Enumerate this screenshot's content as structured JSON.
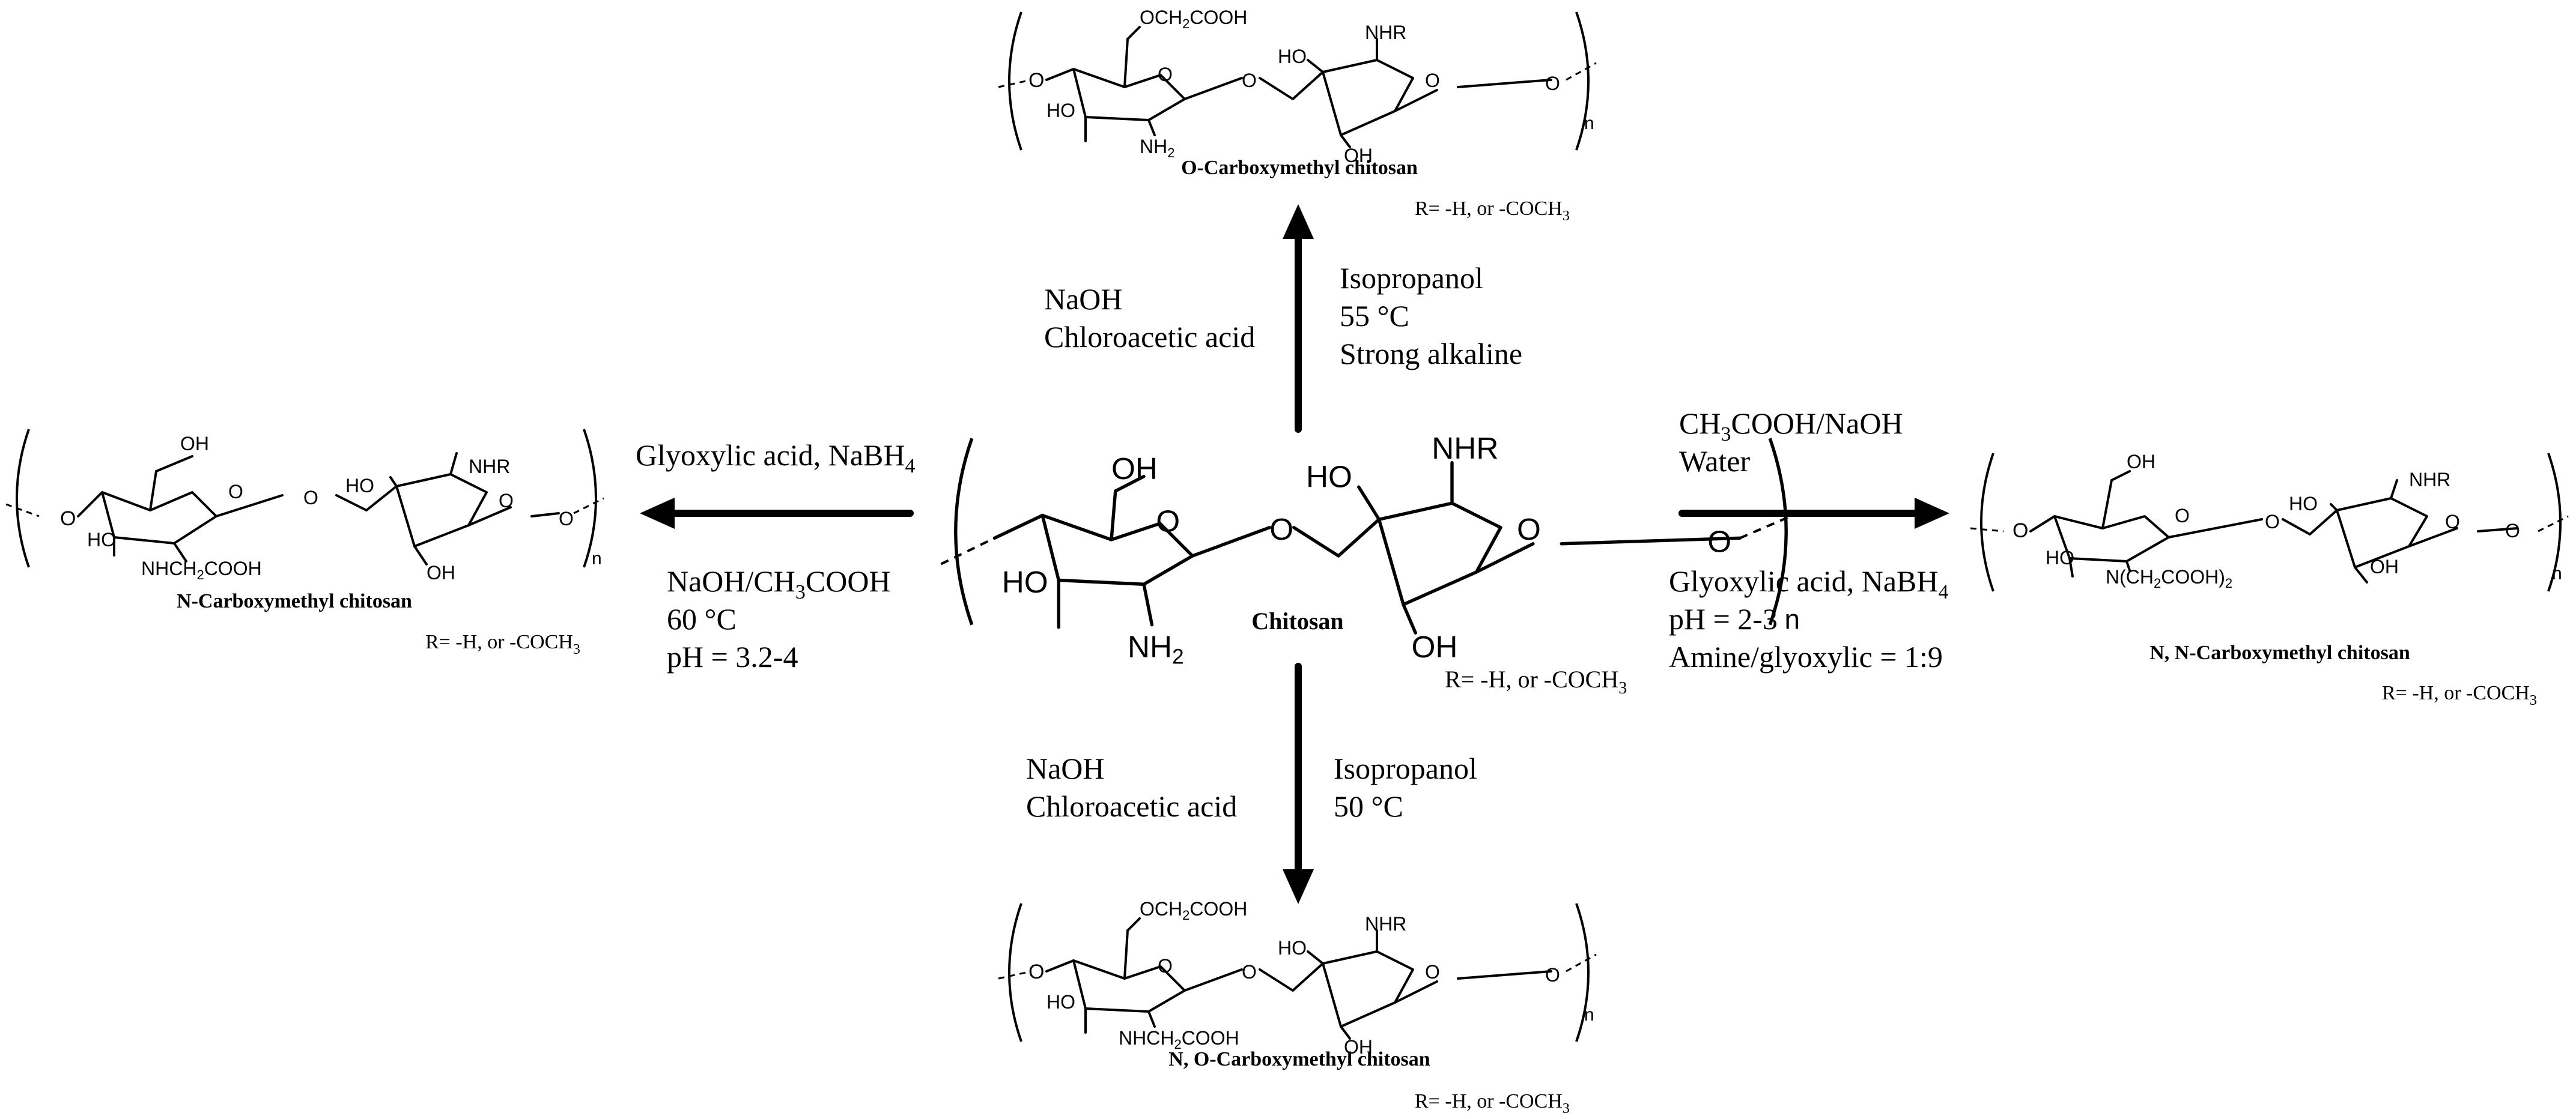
{
  "chitosan": {
    "name": "Chitosan",
    "r_note": "R= -H, or -COCH",
    "r_sub": "3",
    "labels": {
      "oh1": "OH",
      "oh2": "OH",
      "ho1": "HO",
      "ho2": "HO",
      "nhr": "NHR",
      "nh2": "NH",
      "nh2_sub": "2",
      "o_ring1": "O",
      "o_ring2": "O",
      "o_link": "O",
      "o_end": "O",
      "n": "n"
    }
  },
  "o_cm": {
    "name": "O-Carboxymethyl chitosan",
    "r_note": "R= -H, or -COCH",
    "r_sub": "3",
    "labels": {
      "sub6": "OCH",
      "sub6_a": "2",
      "sub6_b": "COOH",
      "ho1": "HO",
      "ho2": "HO",
      "oh2": "OH",
      "nhr": "NHR",
      "nh2": "NH",
      "nh2_sub": "2",
      "o_ring1": "O",
      "o_ring2": "O",
      "o_link": "O",
      "o_end": "O",
      "o_start": "O",
      "n": "n"
    }
  },
  "n_cm": {
    "name": "N-Carboxymethyl chitosan",
    "r_note": "R= -H, or -COCH",
    "r_sub": "3",
    "labels": {
      "oh1": "OH",
      "ho1": "HO",
      "ho2": "HO",
      "oh2": "OH",
      "nhr": "NHR",
      "subn": "NHCH",
      "subn_a": "2",
      "subn_b": "COOH",
      "o_ring1": "O",
      "o_ring2": "O",
      "o_link": "O",
      "o_end": "O",
      "o_start": "O",
      "n": "n"
    }
  },
  "nn_cm": {
    "name": "N, N-Carboxymethyl chitosan",
    "r_note": "R= -H, or -COCH",
    "r_sub": "3",
    "labels": {
      "oh1": "OH",
      "ho1": "HO",
      "ho2": "HO",
      "oh2": "OH",
      "nhr": "NHR",
      "subn": "N(CH",
      "subn_a": "2",
      "subn_b": "COOH)",
      "subn_c": "2",
      "o_ring1": "O",
      "o_ring2": "O",
      "o_link": "O",
      "o_end": "O",
      "o_start": "O",
      "n": "n"
    }
  },
  "no_cm": {
    "name": "N, O-Carboxymethyl chitosan",
    "r_note": "R= -H, or -COCH",
    "r_sub": "3",
    "labels": {
      "sub6": "OCH",
      "sub6_a": "2",
      "sub6_b": "COOH",
      "ho1": "HO",
      "ho2": "HO",
      "oh2": "OH",
      "nhr": "NHR",
      "subn": "NHCH",
      "subn_a": "2",
      "subn_b": "COOH",
      "o_ring1": "O",
      "o_ring2": "O",
      "o_link": "O",
      "o_end": "O",
      "o_start": "O",
      "n": "n"
    }
  },
  "conditions": {
    "up_left": [
      "NaOH",
      "Chloroacetic acid"
    ],
    "up_right": [
      "Isopropanol",
      "55 °C",
      "Strong alkaline"
    ],
    "down_left": [
      "NaOH",
      "Chloroacetic acid"
    ],
    "down_right": [
      "Isopropanol",
      "50 °C"
    ],
    "left_top": {
      "main": "Glyoxylic acid, NaBH",
      "sub": "4"
    },
    "left_bottom": {
      "l1_a": "NaOH/CH",
      "l1_sub": "3",
      "l1_b": "COOH",
      "l2": "60 °C",
      "l3": "pH = 3.2-4"
    },
    "right_top": {
      "l1_a": "CH",
      "l1_sub": "3",
      "l1_b": "COOH/NaOH",
      "l2": "Water"
    },
    "right_bottom": {
      "l1_a": "Glyoxylic acid, NaBH",
      "l1_sub": "4",
      "l2": "pH = 2-3",
      "l3": "Amine/glyoxylic = 1:9"
    }
  }
}
